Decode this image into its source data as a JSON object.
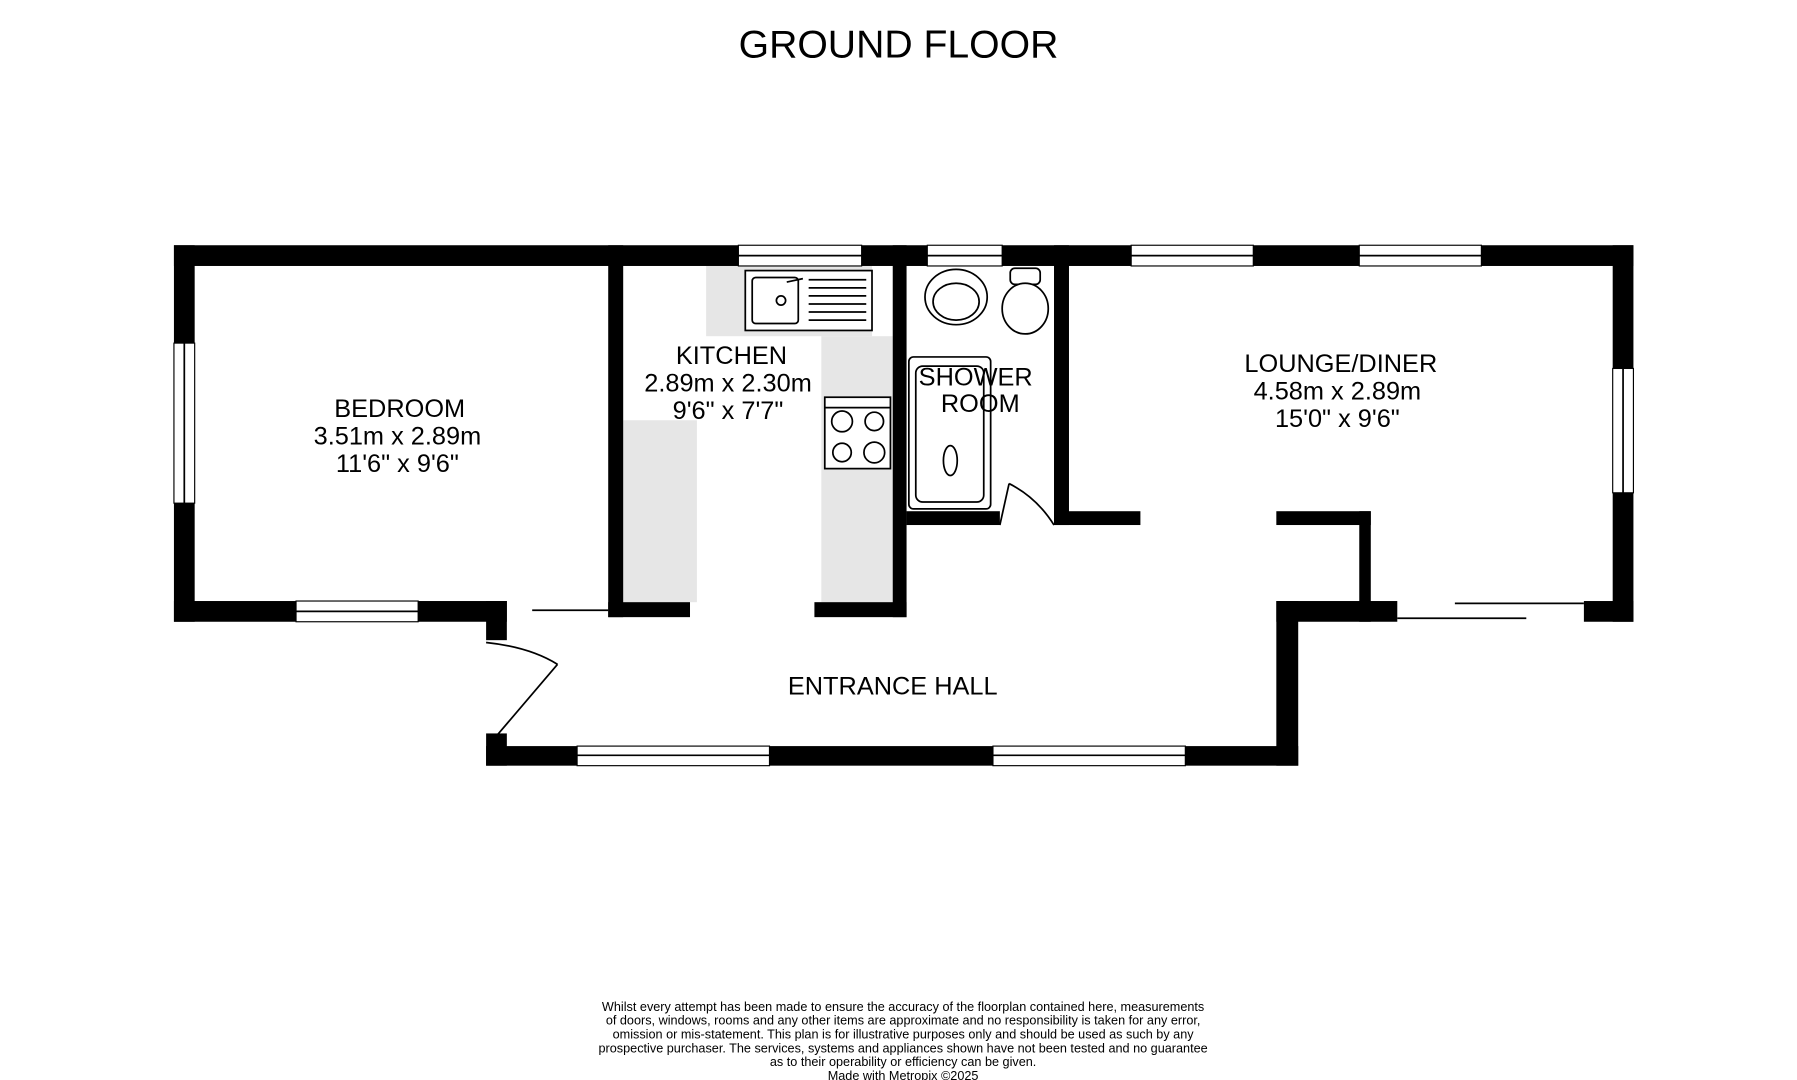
{
  "title": "GROUND FLOOR",
  "rooms": {
    "bedroom": {
      "name": "BEDROOM",
      "metric": "3.51m  x 2.89m",
      "imperial": "11'6\"  x 9'6\""
    },
    "kitchen": {
      "name": "KITCHEN",
      "metric": "2.89m  x 2.30m",
      "imperial": "9'6\"  x 7'7\""
    },
    "shower": {
      "name1": "SHOWER",
      "name2": "ROOM"
    },
    "lounge": {
      "name": "LOUNGE/DINER",
      "metric": "4.58m  x 2.89m",
      "imperial": "15'0\"  x 9'6\""
    },
    "hall": {
      "name": "ENTRANCE HALL"
    }
  },
  "disclaimer": [
    "Whilst every attempt has been made to ensure the accuracy of the floorplan contained here, measurements",
    "of doors, windows, rooms and any other items are approximate and no responsibility is taken for any error,",
    "omission or mis-statement. This plan is for illustrative purposes only and should be used as such by any",
    "prospective purchaser. The services, systems and appliances shown have not been tested and no guarantee",
    "as to their operability or efficiency can be given.",
    "Made with Metropix ©2025"
  ]
}
